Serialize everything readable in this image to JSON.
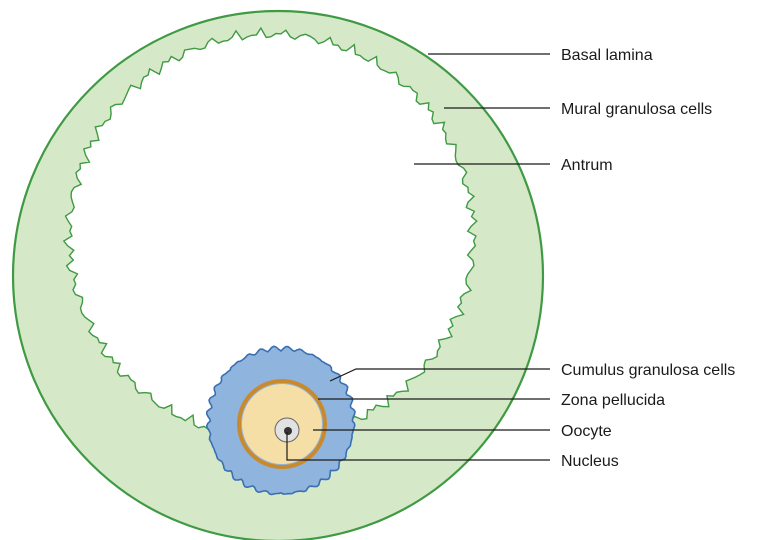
{
  "labels": {
    "basal_lamina": "Basal lamina",
    "mural_granulosa": "Mural granulosa cells",
    "antrum": "Antrum",
    "cumulus_granulosa": "Cumulus granulosa cells",
    "zona_pellucida": "Zona pellucida",
    "oocyte": "Oocyte",
    "nucleus": "Nucleus"
  },
  "colors": {
    "granulosa_fill": "#d5e8c8",
    "basal_lamina_stroke": "#3f9a43",
    "antrum_fill": "#ffffff",
    "cumulus_fill": "#8fb4de",
    "cumulus_stroke": "#3a70b2",
    "zona_pellucida": "#c98a2e",
    "oocyte_fill": "#f6dfa6",
    "nucleus_fill": "#e2e2e2",
    "nucleolus": "#333333"
  }
}
